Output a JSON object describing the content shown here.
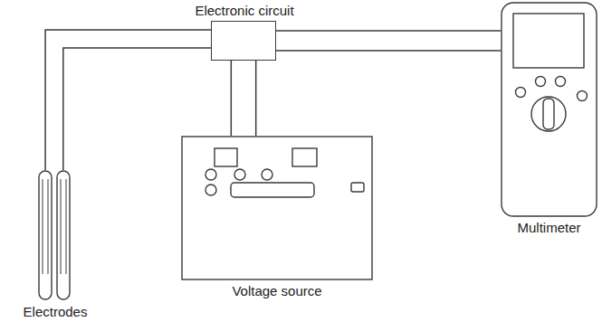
{
  "diagram": {
    "nodes": [
      {
        "text": [
          "Electronic circuit"
        ]
      },
      {
        "text": [
          "Electrodes"
        ]
      },
      {
        "text": [
          "Voltage source"
        ]
      },
      {
        "text": [
          "Multimeter"
        ]
      }
    ],
    "edges": [
      {
        "from": 0,
        "to": 1,
        "arrow": "none"
      },
      {
        "from": 0,
        "to": 1,
        "arrow": "none"
      },
      {
        "from": 0,
        "to": 2,
        "arrow": "none"
      },
      {
        "from": 0,
        "to": 2,
        "arrow": "none"
      },
      {
        "from": 0,
        "to": 3,
        "arrow": "none"
      },
      {
        "from": 0,
        "to": 3,
        "arrow": "none"
      }
    ]
  }
}
